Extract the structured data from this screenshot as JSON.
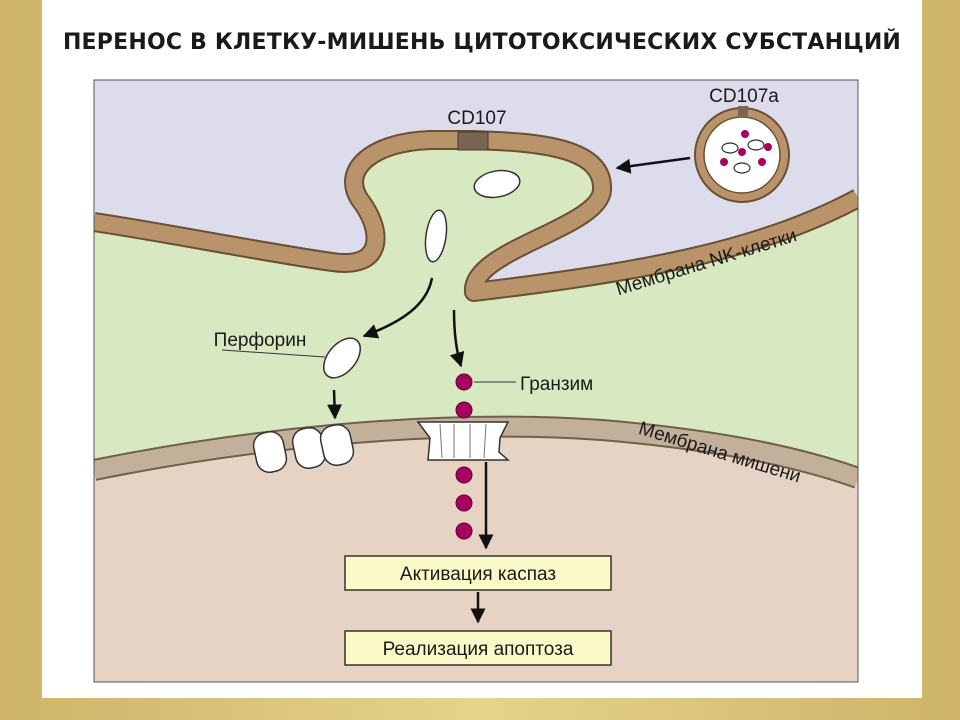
{
  "title": "ПЕРЕНОС В КЛЕТКУ-МИШЕНЬ ЦИТОТОКСИЧЕСКИХ СУБСТАНЦИЙ",
  "labels": {
    "cd107": "CD107",
    "cd107a": "CD107a",
    "nk_membrane": "Мембрана NK-клетки",
    "perforin": "Перфорин",
    "granzyme": "Гранзим",
    "target_membrane": "Мембрана мишени"
  },
  "boxes": {
    "caspase": "Активация каспаз",
    "apoptosis": "Реализация апоптоза"
  },
  "colors": {
    "nk_cytoplasm": "#dcdced",
    "synapse": "#d8e8c0",
    "target_cytoplasm": "#e6d3c3",
    "nk_membrane": "#b9936a",
    "target_membrane": "#c2b09a",
    "granzyme": "#a8005e",
    "box_fill": "#fafac8"
  }
}
